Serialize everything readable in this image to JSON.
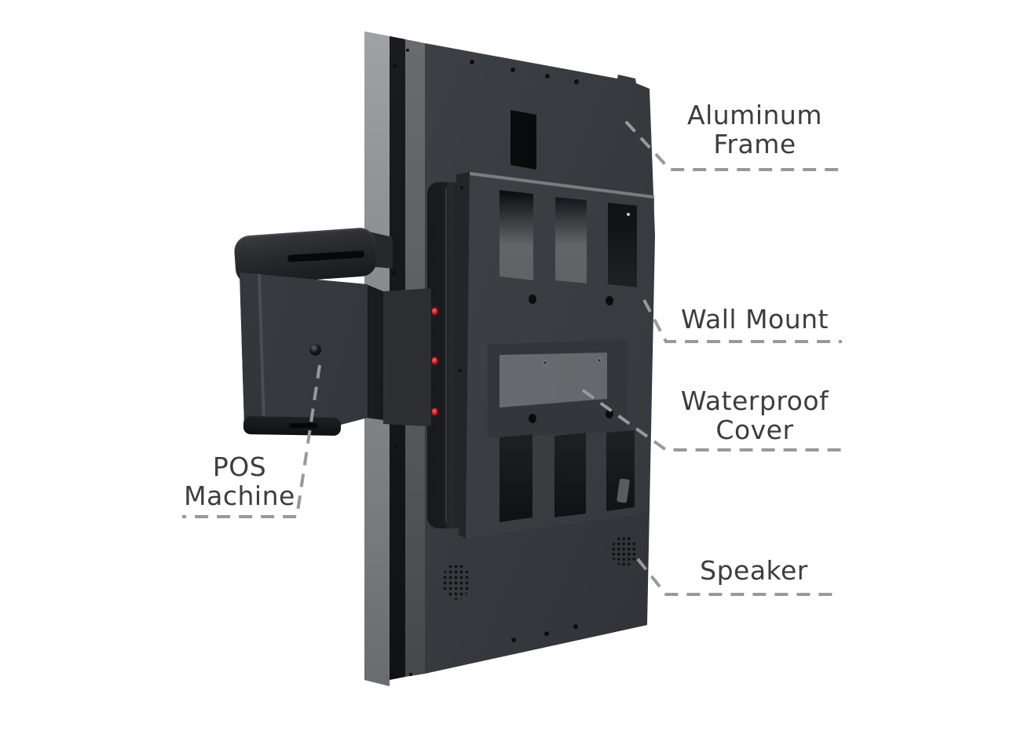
{
  "diagram": {
    "background": "#ffffff",
    "device": "POS display back view",
    "labels": {
      "aluminum_frame": {
        "line1": "Aluminum",
        "line2": "Frame"
      },
      "wall_mount": {
        "line1": "Wall Mount"
      },
      "waterproof_cover": {
        "line1": "Waterproof",
        "line2": "Cover"
      },
      "speaker": {
        "line1": "Speaker"
      },
      "pos_machine": {
        "line1": "POS",
        "line2": "Machine"
      }
    },
    "colors": {
      "label_text": "#3c3d3f",
      "leader_dash": "#97999b",
      "led_red": "#d8151c",
      "panel_dark": "#33363a",
      "frame_aluminum": "#8b8e91",
      "waterproof_cover_gray": "#696c70"
    }
  }
}
